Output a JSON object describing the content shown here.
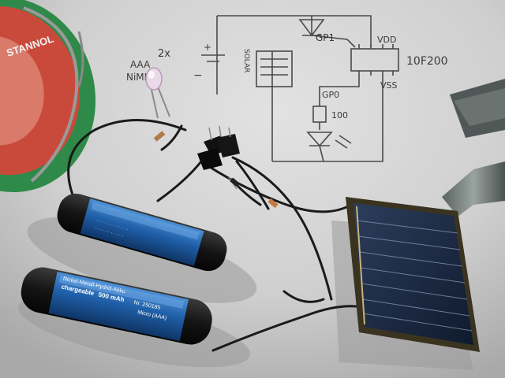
{
  "schematic": {
    "labels": {
      "gp1": "GP1",
      "gp0": "GP0",
      "vdd": "VDD",
      "vss": "VSS",
      "chip": "10F200",
      "resistor": "100",
      "solar": "SOLAR",
      "battery_count": "2x",
      "battery_type_1": "AAA",
      "battery_type_2": "NiMH",
      "plus": "+",
      "minus": "−"
    }
  },
  "solder_spool": {
    "brand": "STANNOL"
  },
  "batteries": [
    {
      "text_1": "chargeable",
      "text_2": "500 mAh",
      "text_3": "Nickel-Metall-Hydrid-Akku",
      "text_4": "Nr. 250185",
      "text_5": "Micro (AAA)"
    }
  ],
  "colors": {
    "paper": "#d6d6d6",
    "battery_body": "#1f5fa8",
    "battery_cap": "#141414",
    "spool_red": "#c94a3a",
    "spool_green": "#2f8a4a",
    "solar_panel": "#1a2a44",
    "wire": "#1a1a1a"
  }
}
